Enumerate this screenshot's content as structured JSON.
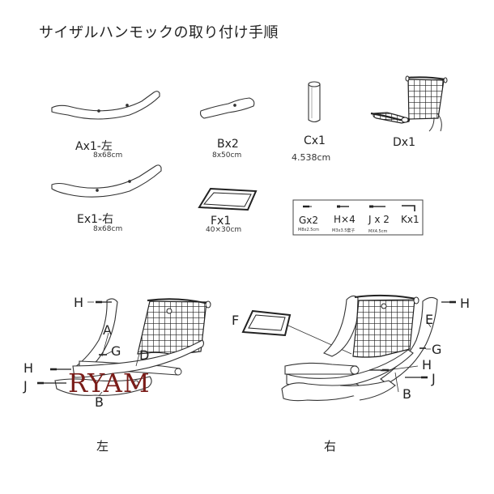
{
  "title": "サイザルハンモックの取り付け手順",
  "parts": {
    "a": {
      "label": "Ax1-左",
      "size": "8x68cm"
    },
    "b": {
      "label": "Bx2",
      "size": "8x50cm"
    },
    "c": {
      "label": "Cx1",
      "size": "4.538cm"
    },
    "d": {
      "label": "Dx1"
    },
    "e": {
      "label": "Ex1-右",
      "size": "8x68cm"
    },
    "f": {
      "label": "Fx1",
      "size": "40×30cm"
    }
  },
  "hardware": {
    "g": {
      "label": "Gx2",
      "size": "M8x2.5cm"
    },
    "h": {
      "label": "H×4",
      "size": "M3x3.5套子"
    },
    "j": {
      "label": "J x 2",
      "size": "MX4.5cm"
    },
    "k": {
      "label": "Kx1"
    }
  },
  "diagram_left": {
    "caption": "左",
    "labels": {
      "h1": "H",
      "a": "A",
      "g": "G",
      "d": "D",
      "h2": "H",
      "j": "J",
      "b": "B"
    }
  },
  "diagram_right": {
    "caption": "右",
    "labels": {
      "f": "F",
      "h1": "H",
      "e": "E",
      "g": "G",
      "h2": "H",
      "j": "J",
      "b": "B"
    }
  },
  "watermark": "RYAM"
}
